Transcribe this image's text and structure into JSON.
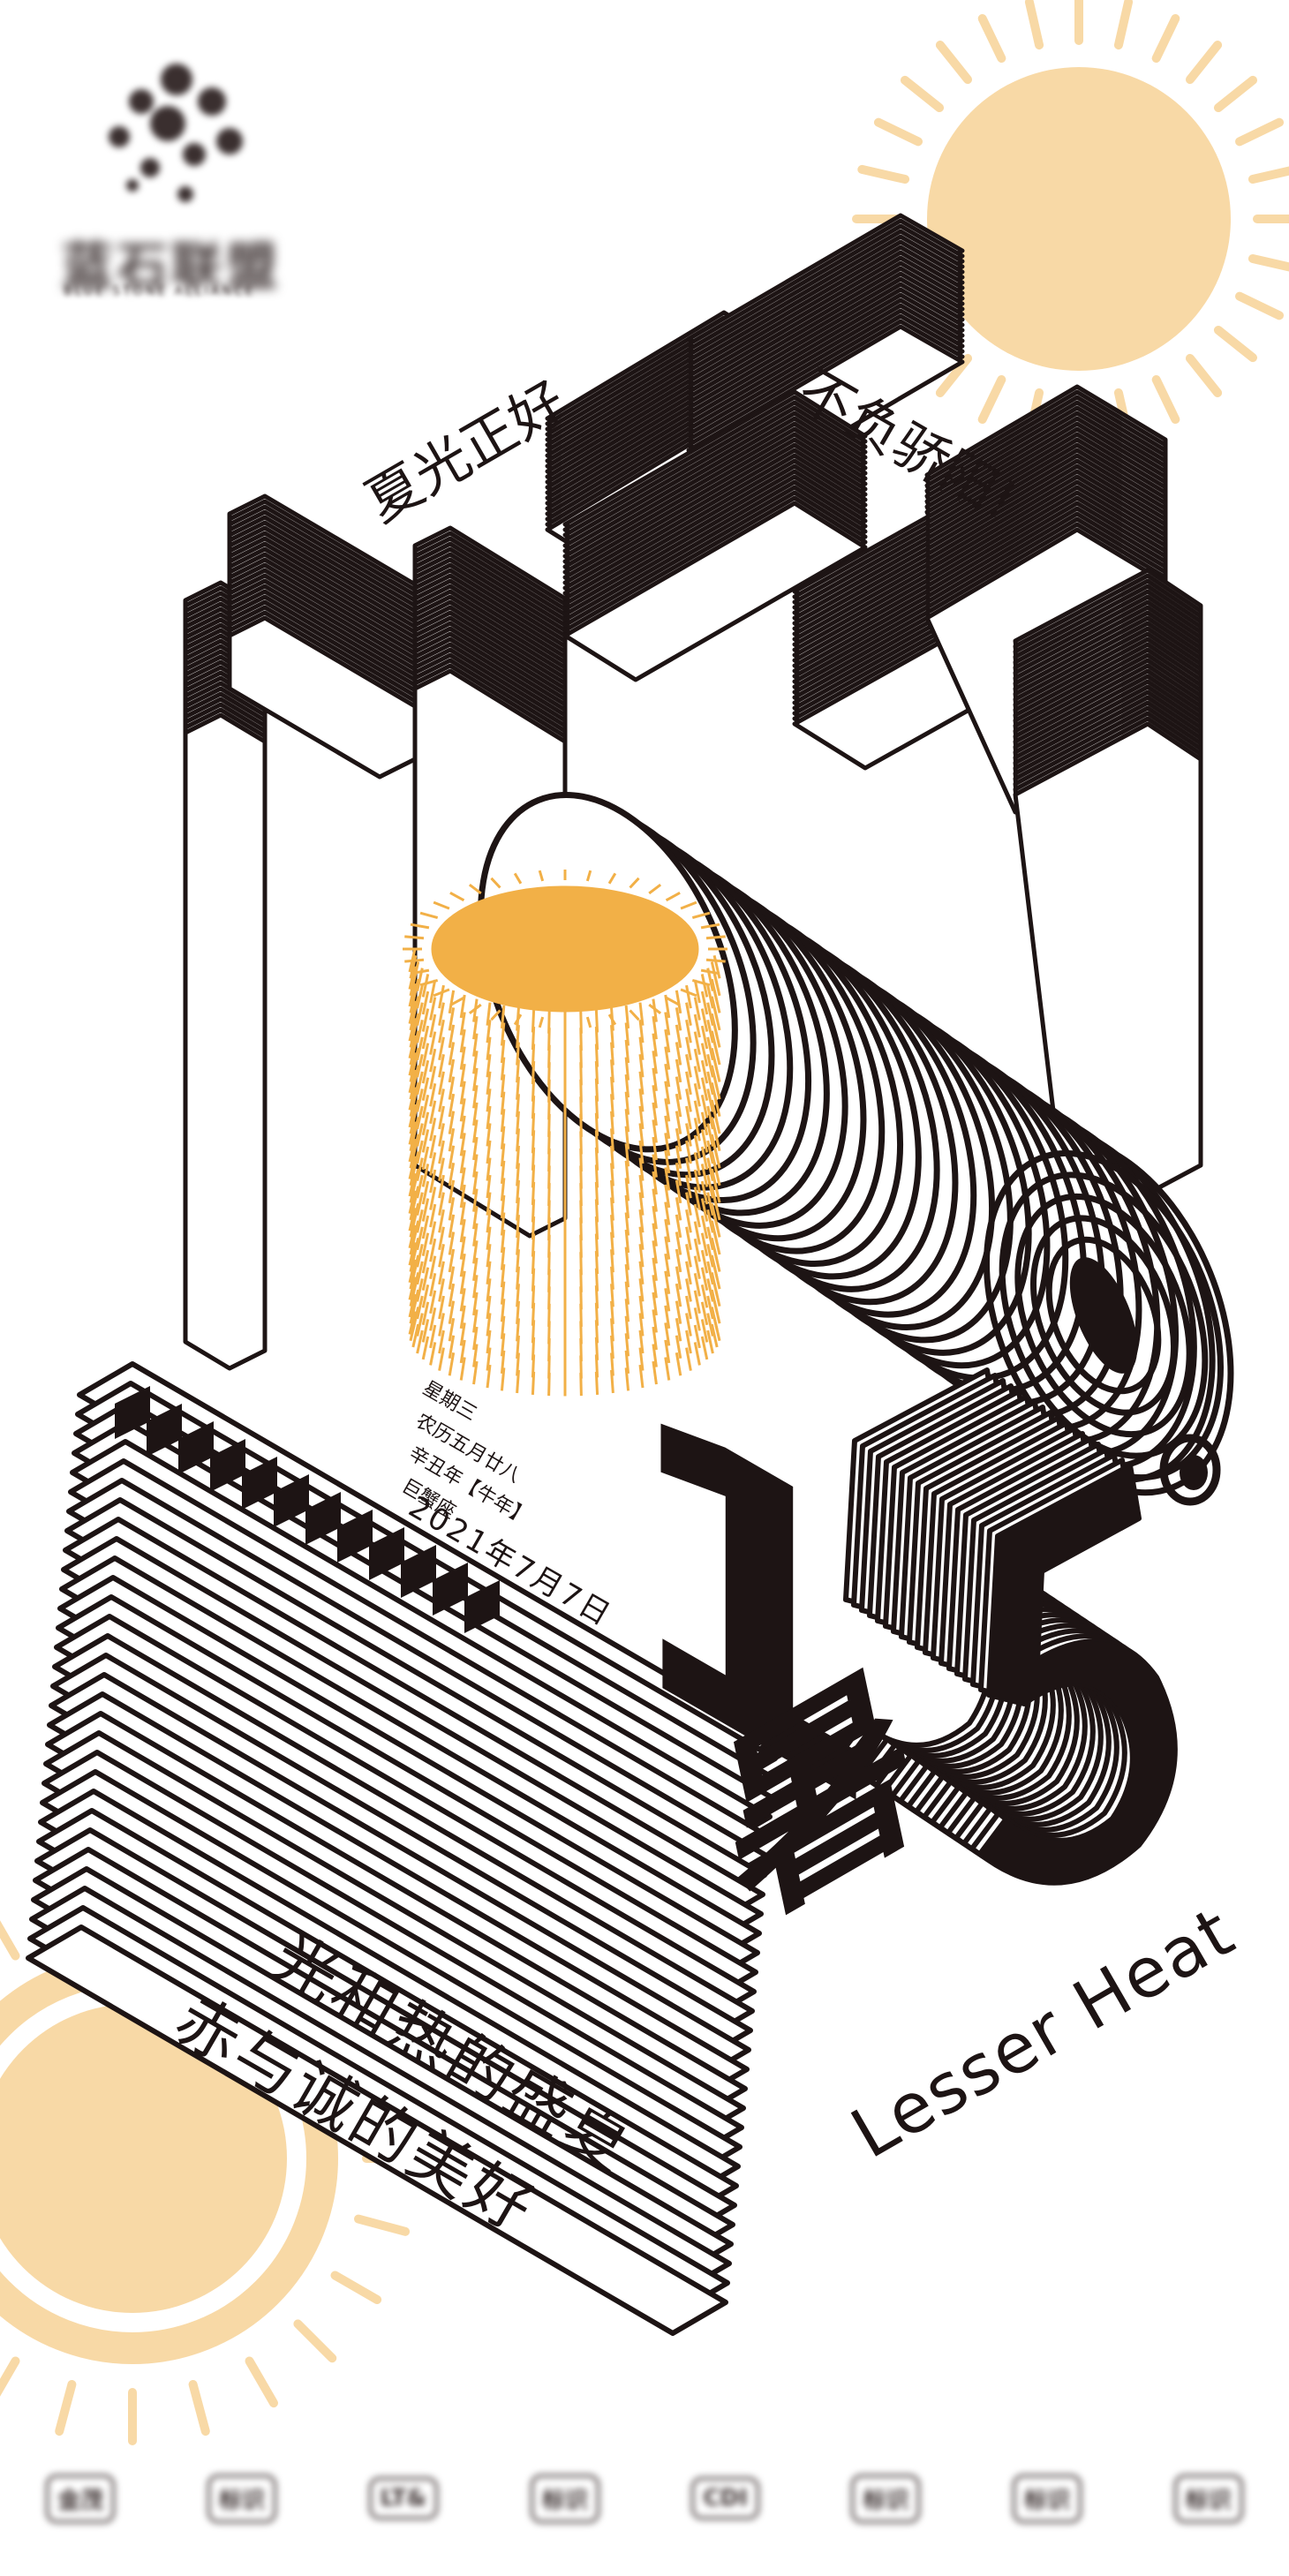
{
  "colors": {
    "ink": "#1d1414",
    "sun_light": "#f8d9a6",
    "sun_gold": "#f2b047",
    "background": "#ffffff"
  },
  "logo": {
    "name": "蓝石联盟",
    "subtitle": "BLUE STONE ALLIANCE",
    "icon": "dot-cluster-logo-icon"
  },
  "slogan": {
    "left": "夏光正好",
    "right": "不负骄阳!"
  },
  "calendar": {
    "weekday": "星期三",
    "lunar": "农历五月廿八",
    "ganzhi": "辛丑年【牛年】",
    "zodiac": "巨蟹座",
    "date": "2021年7月7日"
  },
  "title": {
    "digit_one": "1",
    "shu": "暑"
  },
  "english_title": "Lesser Heat",
  "tagline": {
    "line1": "光和热的盛夏",
    "line2": "赤与诚的美好"
  },
  "partners": [
    "金茂",
    "标识",
    "LT&",
    "标识",
    "CDI",
    "标识",
    "标识",
    "标识"
  ]
}
